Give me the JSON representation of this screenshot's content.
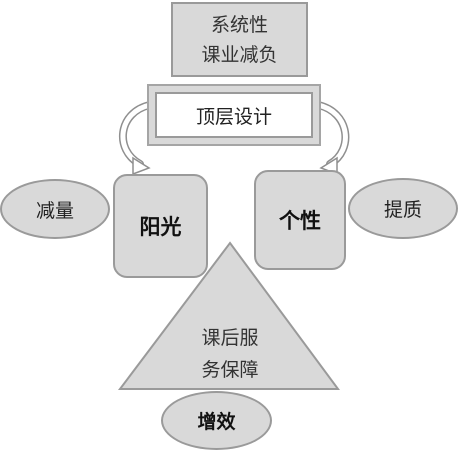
{
  "top_box": {
    "line1": "系统性",
    "line2": "课业减负"
  },
  "design_box": {
    "label": "顶层设计"
  },
  "left_card": {
    "label": "阳光"
  },
  "right_card": {
    "label": "个性"
  },
  "left_ellipse": {
    "label": "减量"
  },
  "right_ellipse": {
    "label": "提质"
  },
  "triangle": {
    "line1": "课后服",
    "line2": "务保障"
  },
  "bottom_ellipse": {
    "label": "增效"
  },
  "colors": {
    "fill": "#d9d9d9",
    "stroke": "#9a9a9a",
    "inner_fill": "#ffffff"
  }
}
